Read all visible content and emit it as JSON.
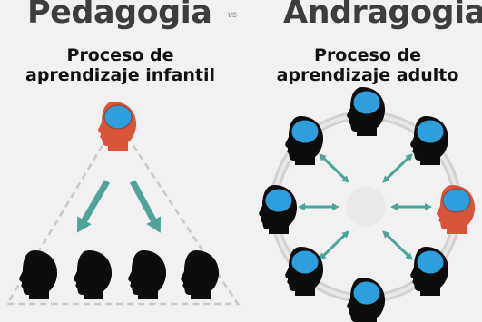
{
  "left": {
    "title": "Pedagogia",
    "subtitle_line1": "Proceso de",
    "subtitle_line2": "aprendizaje infantil"
  },
  "vs": "vs",
  "right": {
    "title": "Andragogia",
    "subtitle_line1": "Proceso de",
    "subtitle_line2": "aprendizaje adulto"
  },
  "colors": {
    "background": "#f1f1f1",
    "title": "#3d3d3d",
    "teacher_head": "#d9553a",
    "brain": "#2e9fdc",
    "learner_head": "#0d0d0d",
    "arrow": "#4ea49b",
    "guide_lines": "#c9c9c9"
  },
  "icons": [
    "teacher-head-icon",
    "learner-head-icon",
    "brain-icon",
    "arrow-icon"
  ]
}
